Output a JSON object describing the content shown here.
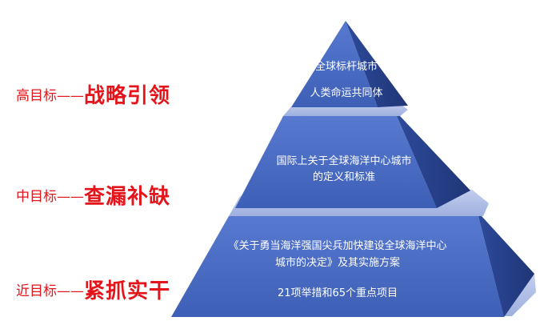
{
  "labels": {
    "high": {
      "prefix": "高目标——",
      "title": "战略引领"
    },
    "mid": {
      "prefix": "中目标——",
      "title": "查漏补缺"
    },
    "near": {
      "prefix": "近目标——",
      "title": "紧抓实干"
    }
  },
  "pyramid": {
    "top": {
      "line1": "全球标杆城市",
      "line2": "人类命运共同体"
    },
    "middle": {
      "line1": "国际上关于全球海洋中心城市",
      "line2": "的定义和标准"
    },
    "bottom": {
      "line1": "《关于勇当海洋强国尖兵加快建设全球海洋中心",
      "line2": "城市的决定》及其实施方案",
      "line3": "21项举措和65个重点项目"
    }
  },
  "colors": {
    "label_red": "#e4141b",
    "tier_front": "#4a6cc2",
    "tier_side": "#283f86",
    "slab": "#aab9e3"
  }
}
